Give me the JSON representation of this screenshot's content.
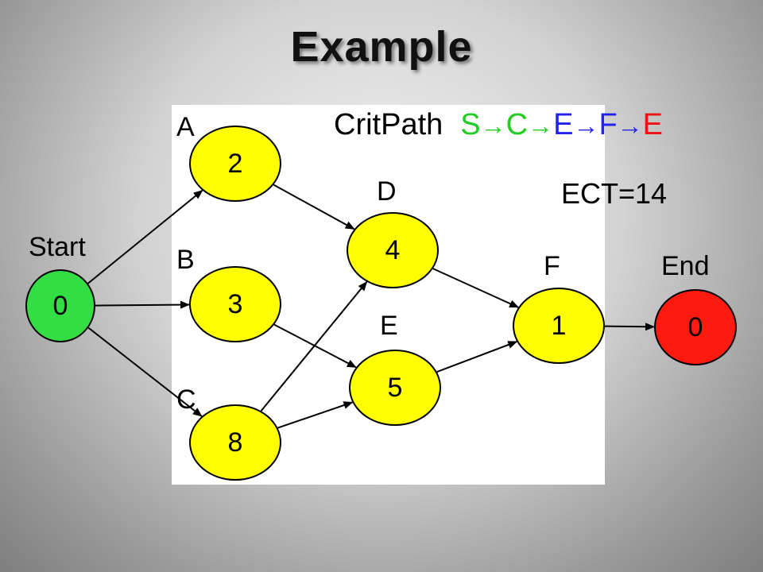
{
  "title": "Example",
  "critical_path": {
    "label": "CritPath",
    "steps": [
      {
        "name": "S",
        "color": "#22cc22"
      },
      {
        "name": "C",
        "color": "#22cc22"
      },
      {
        "name": "E",
        "color": "#2222ee"
      },
      {
        "name": "F",
        "color": "#2222ee"
      },
      {
        "name": "E",
        "color": "#ee1111"
      }
    ],
    "arrow": "→"
  },
  "ect": "ECT=14",
  "nodes": {
    "start": {
      "label": "Start",
      "value": "0",
      "color": "#33dd44"
    },
    "a": {
      "label": "A",
      "value": "2"
    },
    "b": {
      "label": "B",
      "value": "3"
    },
    "c": {
      "label": "C",
      "value": "8"
    },
    "d": {
      "label": "D",
      "value": "4"
    },
    "e": {
      "label": "E",
      "value": "5"
    },
    "f": {
      "label": "F",
      "value": "1"
    },
    "end": {
      "label": "End",
      "value": "0",
      "color": "#ff1a10"
    }
  },
  "edges": [
    [
      "start",
      "a"
    ],
    [
      "start",
      "b"
    ],
    [
      "start",
      "c"
    ],
    [
      "a",
      "d"
    ],
    [
      "b",
      "e"
    ],
    [
      "c",
      "d"
    ],
    [
      "c",
      "e"
    ],
    [
      "d",
      "f"
    ],
    [
      "e",
      "f"
    ],
    [
      "f",
      "end"
    ]
  ]
}
